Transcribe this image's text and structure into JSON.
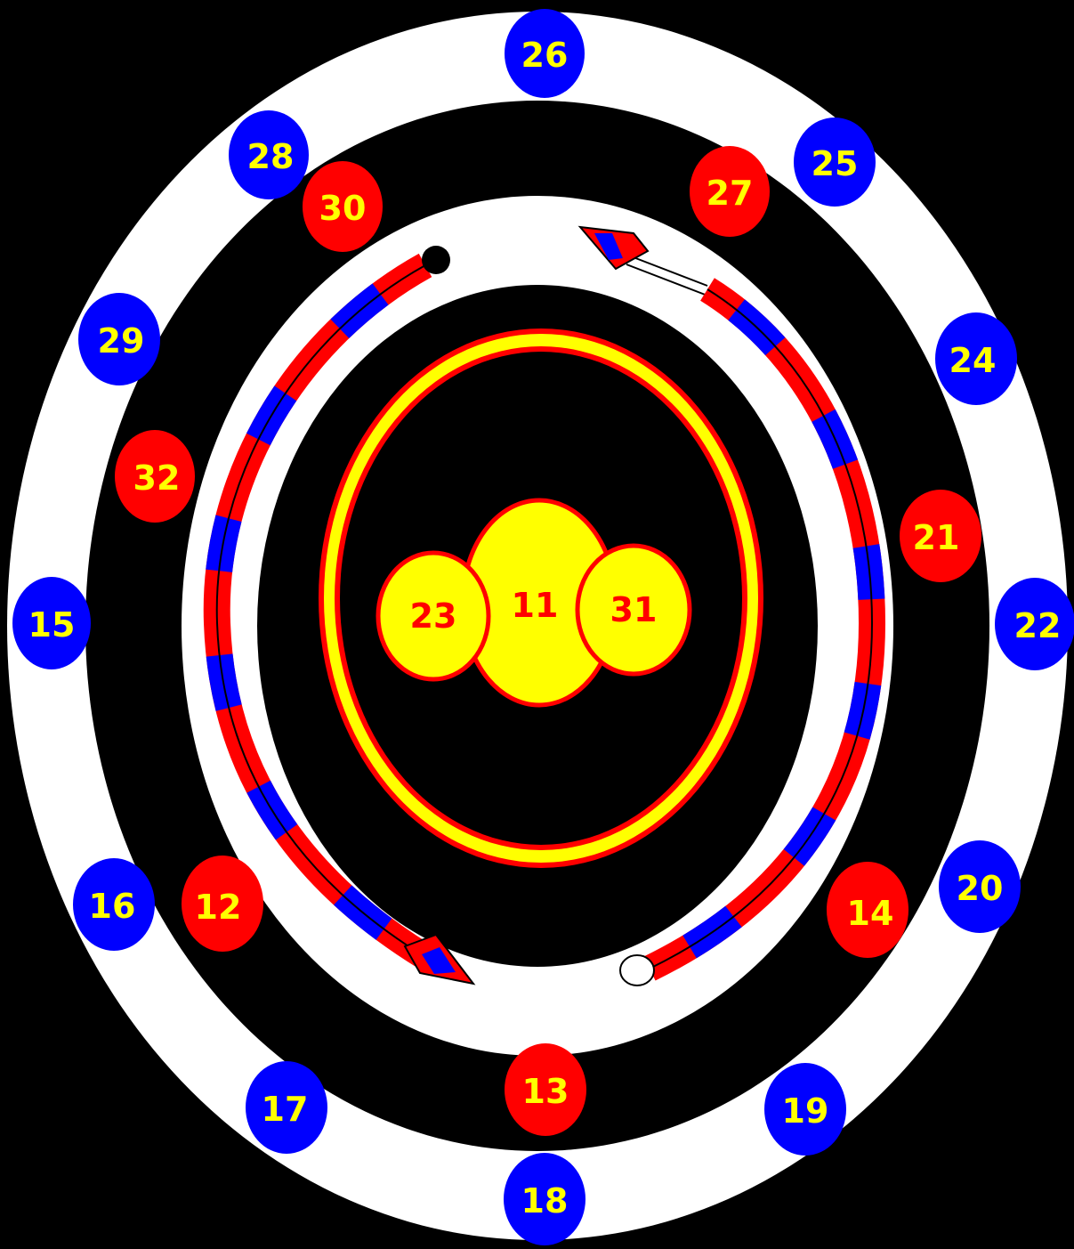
{
  "colors": {
    "background": "#000000",
    "white_ring": "#FFFFFF",
    "black_ring": "#000000",
    "blue": "#0000FF",
    "red": "#FF0000",
    "yellow": "#FFFF00"
  },
  "outer_ring_labels": {
    "n26": "26",
    "n25": "25",
    "n28": "28",
    "n24": "24",
    "n29": "29",
    "n22": "22",
    "n15": "15",
    "n20": "20",
    "n16": "16",
    "n19": "19",
    "n17": "17",
    "n18": "18"
  },
  "black_ring_labels": {
    "n27": "27",
    "n30": "30",
    "n21": "21",
    "n32": "32",
    "n14": "14",
    "n12": "12",
    "n13": "13"
  },
  "center_labels": {
    "n11": "11",
    "n23": "23",
    "n31": "31"
  }
}
